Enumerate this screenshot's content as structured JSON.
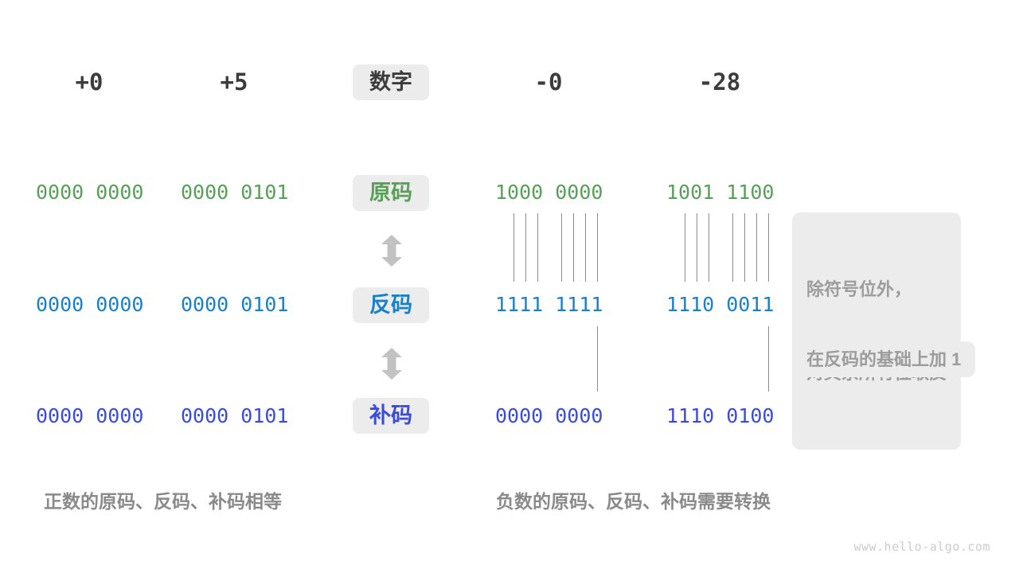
{
  "header": {
    "label": "数字",
    "values": [
      "+0",
      "+5",
      "-0",
      "-28"
    ]
  },
  "rows": [
    {
      "id": "sign-magnitude",
      "label": "原码",
      "color": "#57a057",
      "values": [
        "0000 0000",
        "0000 0101",
        "1000 0000",
        "1001 1100"
      ]
    },
    {
      "id": "ones-complement",
      "label": "反码",
      "color": "#1981c9",
      "values": [
        "0000 0000",
        "0000 0101",
        "1111 1111",
        "1110 0011"
      ]
    },
    {
      "id": "twos-complement",
      "label": "补码",
      "color": "#3b4dd8",
      "values": [
        "0000 0000",
        "0000 0101",
        "0000 0000",
        "1110 0100"
      ]
    }
  ],
  "annotations": {
    "flip_line1": "除符号位外，",
    "flip_line2": "对其余所有位取反",
    "add_one": "在反码的基础上加 1"
  },
  "captions": {
    "positive": "正数的原码、反码、补码相等",
    "negative": "负数的原码、反码、补码需要转换"
  },
  "watermark": "www.hello-algo.com",
  "colors": {
    "header_text": "#3c3c3c",
    "label_box_bg": "#ececec",
    "annotation_bg": "#ececec",
    "annotation_text": "#9c9c9c",
    "caption_text": "#8a8a8a",
    "arrow": "#c2c2c2",
    "connector_line": "#8c8c8c",
    "watermark_text": "#cbcbcb"
  }
}
